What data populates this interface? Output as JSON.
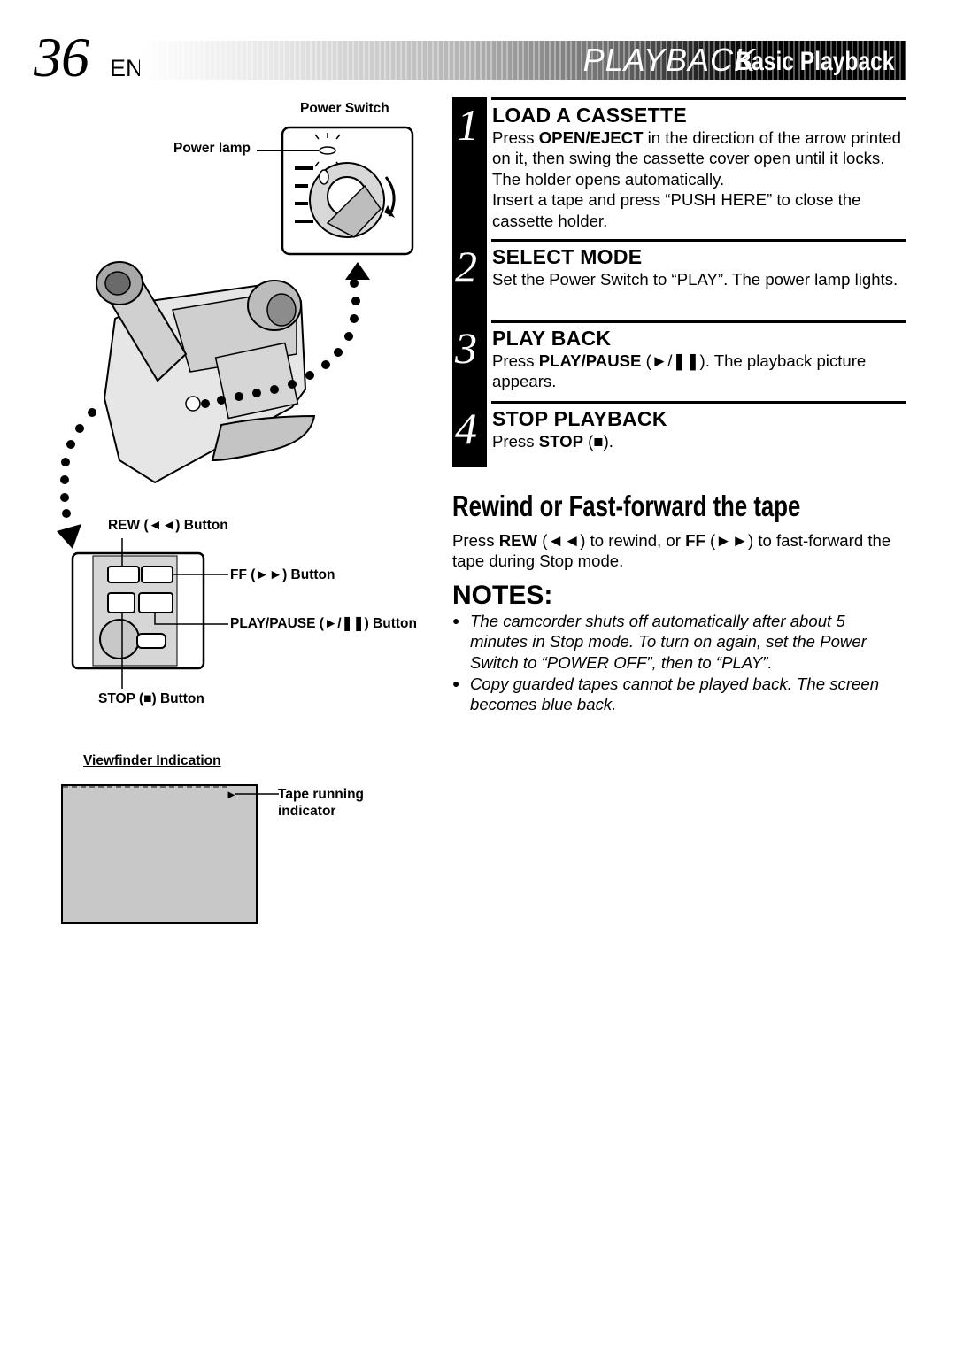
{
  "header": {
    "page_number": "36",
    "language": "EN",
    "section": "PLAYBACK",
    "subsection": "Basic Playback"
  },
  "steps": [
    {
      "number": "1",
      "title": "LOAD A CASSETTE",
      "body_1": "Press ",
      "body_bold_1": "OPEN/EJECT",
      "body_2": " in the direction of the arrow printed on it, then swing the cassette cover open until it locks. The holder opens automatically.",
      "body_3": "Insert a tape and press “PUSH HERE” to close the cassette holder."
    },
    {
      "number": "2",
      "title": "SELECT MODE",
      "body_1": "Set the Power Switch to “PLAY”. The power lamp lights."
    },
    {
      "number": "3",
      "title": "PLAY BACK",
      "body_1": "Press ",
      "body_bold_1": "PLAY/PAUSE",
      "body_2": " (►/❚❚). The playback picture appears."
    },
    {
      "number": "4",
      "title": "STOP PLAYBACK",
      "body_1": "Press ",
      "body_bold_1": "STOP",
      "body_2": " (■)."
    }
  ],
  "rewind": {
    "heading": "Rewind or Fast-forward the tape",
    "t1": "Press ",
    "b1": "REW",
    "t2": " (◄◄) to rewind, or ",
    "b2": "FF",
    "t3": " (►►) to fast-forward the tape during Stop mode."
  },
  "notes": {
    "heading": "NOTES:",
    "bullet": "●",
    "items": [
      "The camcorder shuts off automatically after about 5 minutes in Stop mode. To turn on again, set the Power Switch to “POWER OFF”, then to “PLAY”.",
      "Copy guarded tapes cannot be played back. The screen becomes blue back."
    ]
  },
  "figure": {
    "power_switch": "Power Switch",
    "power_lamp": "Power lamp",
    "rew_button": "REW (◄◄) Button",
    "ff_button": "FF (►►) Button",
    "play_pause_button": "PLAY/PAUSE (►/❚❚) Button",
    "stop_button": "STOP (■) Button",
    "viewfinder_indication": "Viewfinder Indication",
    "tape_running_1": "Tape running",
    "tape_running_2": "indicator",
    "tape_glyph": "►"
  }
}
